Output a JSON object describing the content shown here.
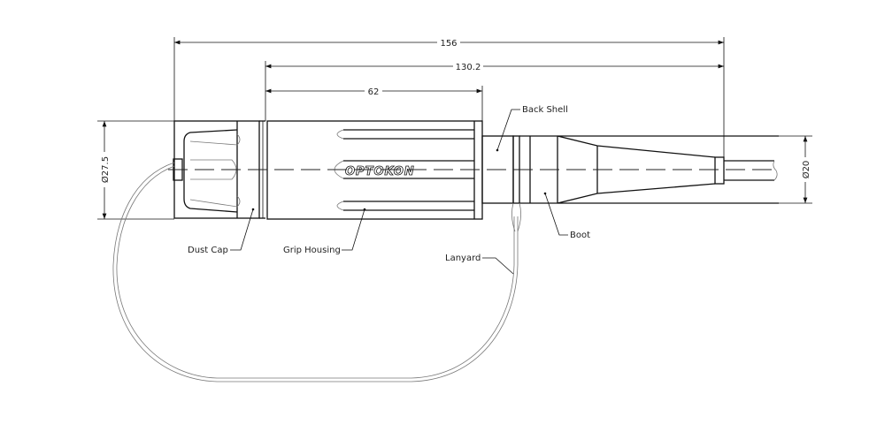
{
  "drawing": {
    "dimensions": {
      "overall_length": "156",
      "body_length": "130.2",
      "grip_length": "62",
      "max_diameter": "Ø27.5",
      "boot_diameter": "Ø20"
    },
    "labels": {
      "back_shell": "Back Shell",
      "dust_cap": "Dust Cap",
      "grip_housing": "Grip Housing",
      "lanyard": "Lanyard",
      "boot": "Boot"
    },
    "logo_text": "OPTOKON",
    "line_color": "#111111"
  }
}
